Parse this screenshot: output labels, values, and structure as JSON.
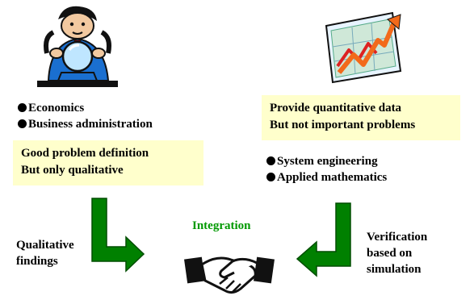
{
  "left": {
    "bullets": [
      "Economics",
      "Business administration"
    ],
    "box_lines": [
      "Good problem definition",
      "But only qualitative"
    ],
    "arrow_label_lines": [
      "Qualitative",
      "findings"
    ]
  },
  "right": {
    "box_lines": [
      "Provide quantitative data",
      "But not important problems"
    ],
    "bullets": [
      "System engineering",
      "Applied mathematics"
    ],
    "arrow_label_lines": [
      "Verification",
      "based on",
      "simulation"
    ]
  },
  "center": {
    "label": "Integration"
  },
  "icons": {
    "left": "crystal-ball-forecaster-icon",
    "right": "rising-chart-icon",
    "center": "handshake-icon"
  },
  "colors": {
    "box_background": "#ffffcc",
    "arrow_green": "#008000",
    "integration_text": "#009900"
  }
}
